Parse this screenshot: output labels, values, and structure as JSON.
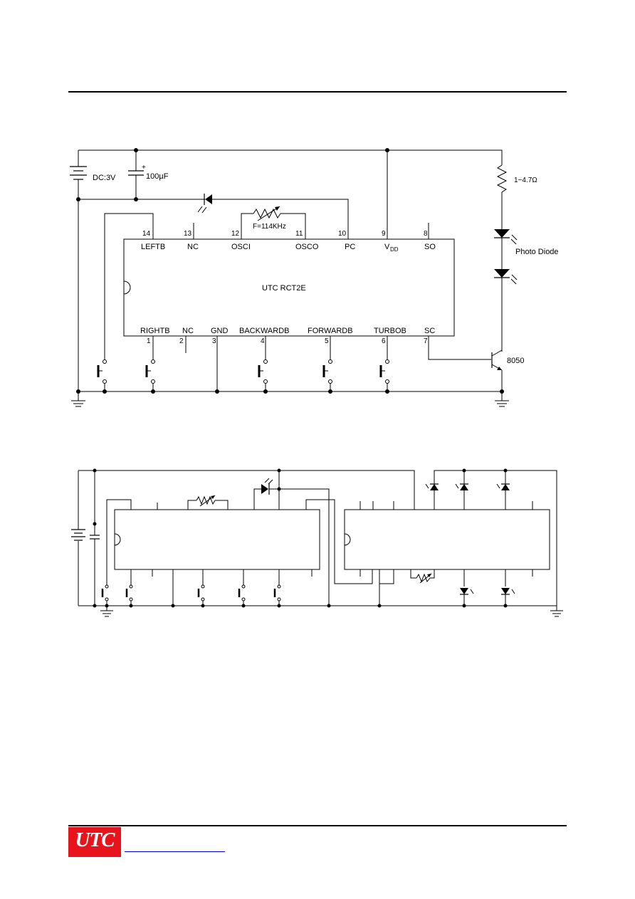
{
  "circuit1": {
    "chip_name": "UTC RCT2E",
    "battery_label": "DC:3V",
    "capacitor_label": "100µF",
    "capacitor_plus": "+",
    "resistor_label": "1~4.7Ω",
    "osc_label": "F=114KHz",
    "photo_diode_label": "Photo Diode",
    "transistor_label": "8050",
    "top_pins": [
      {
        "num": "14",
        "name": "LEFTB"
      },
      {
        "num": "13",
        "name": "NC"
      },
      {
        "num": "12",
        "name": "OSCI"
      },
      {
        "num": "11",
        "name": "OSCO"
      },
      {
        "num": "10",
        "name": "PC"
      },
      {
        "num": "9",
        "name": "V",
        "sub": "DD"
      },
      {
        "num": "8",
        "name": "SO"
      }
    ],
    "bottom_pins": [
      {
        "num": "1",
        "name": "RIGHTB"
      },
      {
        "num": "2",
        "name": "NC"
      },
      {
        "num": "3",
        "name": "GND"
      },
      {
        "num": "4",
        "name": "BACKWARDB"
      },
      {
        "num": "5",
        "name": "FORWARDB"
      },
      {
        "num": "6",
        "name": "TURBOB"
      },
      {
        "num": "7",
        "name": "SC"
      }
    ]
  },
  "footer": {
    "logo_text": "UTC"
  },
  "colors": {
    "logo_bg": "#e8141b",
    "link_line": "#0000ee"
  }
}
